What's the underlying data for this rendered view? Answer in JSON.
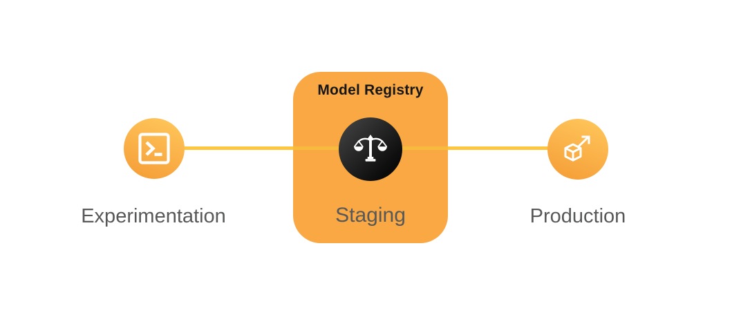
{
  "diagram": {
    "registry": {
      "title": "Model Registry"
    },
    "stages": [
      {
        "label": "Experimentation",
        "icon": "terminal-icon"
      },
      {
        "label": "Staging",
        "icon": "scales-icon",
        "container": "Model Registry"
      },
      {
        "label": "Production",
        "icon": "cube-arrow-icon"
      }
    ],
    "colors": {
      "background": "#FFFFFF",
      "box": "#F9A843",
      "connector": "#FFC53F",
      "connector_inner": "#F7BC3E",
      "circle_gradient_top": "#FFC85C",
      "circle_gradient_bottom": "#F59C36",
      "dark_circle_top": "#464646",
      "dark_circle_bottom": "#0B0B0B",
      "label": "#57585A",
      "registry_title": "#161616",
      "icon": "#FFFFFF"
    }
  }
}
